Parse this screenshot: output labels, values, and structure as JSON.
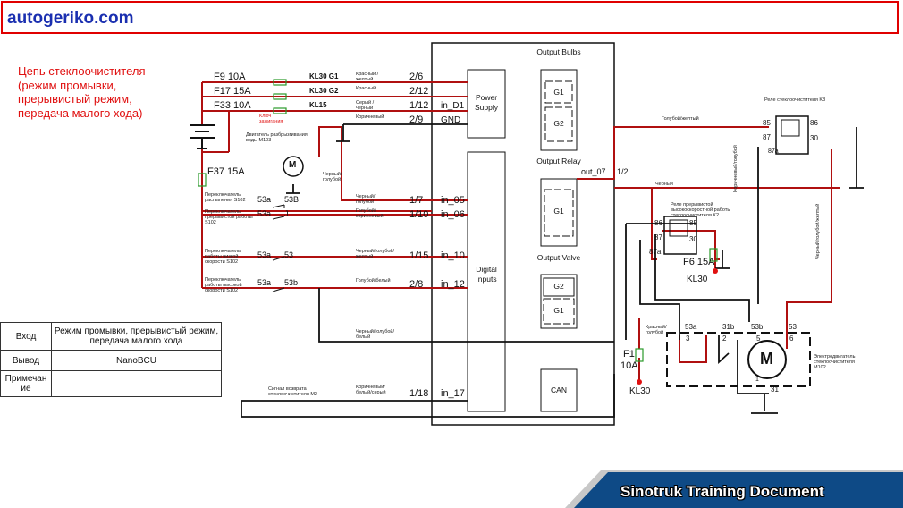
{
  "header": {
    "site": "autogeriko.com"
  },
  "title_lines": [
    "Цепь стеклоочистителя",
    "(режим промывки,",
    "прерывистый режим,",
    "передача малого хода)"
  ],
  "fuses": [
    {
      "label": "F9 10A",
      "terminal": "KL30 G1",
      "wire": "Красный / желтый",
      "pin": "2/6",
      "signal": ""
    },
    {
      "label": "F17 15A",
      "terminal": "KL30 G2",
      "wire": "Красный",
      "pin": "2/12",
      "signal": ""
    },
    {
      "label": "F33 10A",
      "terminal": "KL15",
      "wire": "Серый / черный",
      "pin": "1/12",
      "signal": "in_D1"
    },
    {
      "label": "",
      "terminal": "",
      "wire": "Коричневый",
      "pin": "2/9",
      "signal": "GND"
    }
  ],
  "ignition_key": "Ключ зажигания",
  "f37": "F37 15A",
  "washer_motor": {
    "label": "Двигатель разбрызгивания воды M103",
    "symbol": "M",
    "wire": "Черный/голубой"
  },
  "switches": [
    {
      "name": "Переключатель распыления S102",
      "from": "53a",
      "to": "53B",
      "wire": "Черный/голубой",
      "pin": "1/7",
      "signal": "in_05"
    },
    {
      "name": "Переключатель прерывистой работы S102",
      "from": "53a",
      "to": "J",
      "wire": "Голубой/коричневый",
      "pin": "1/10",
      "signal": "in_06"
    },
    {
      "name": "Переключатель работы низкой скорости S102",
      "from": "53a",
      "to": "53",
      "wire": "Черный/голубой/желтый",
      "pin": "1/15",
      "signal": "in_10"
    },
    {
      "name": "Переключатель работы высокой скорости S102",
      "from": "53a",
      "to": "53b",
      "wire": "Голубой/белый",
      "pin": "2/8",
      "signal": "in_12"
    }
  ],
  "park_signal": {
    "name": "Сигнал возврата стеклоочистителя M2",
    "wire": "Коричневый/белый/серый",
    "pin": "1/18",
    "signal": "in_17"
  },
  "bus_wire": "Черный/голубой/белый",
  "bcu": {
    "power_supply": "Power Supply",
    "digital_inputs": "Digital Inputs",
    "output_bulbs": "Output Bulbs",
    "output_relay": "Output Relay",
    "output_valve": "Output Valve",
    "can": "CAN",
    "g1": "G1",
    "g2": "G2",
    "out_signal": "out_07",
    "out_pin": "1/2"
  },
  "relay_k8": {
    "label": "Реле стеклоочистителя K8",
    "pins": [
      "85",
      "86",
      "87",
      "30",
      "87a"
    ],
    "wire_in": "Голубой/желтый",
    "wire_out": "Коричневый/голубой",
    "wire_motor": "Черный/голубой/желтый"
  },
  "relay_k2": {
    "label": "Реле прерывистой высокоскоростной работы стеклоочистителя K2",
    "pins": [
      "86",
      "85",
      "87",
      "30",
      "87a"
    ],
    "wire_black": "Черный"
  },
  "f6": {
    "label": "F6 15A",
    "terminal": "KL30"
  },
  "f1": {
    "label": "F1",
    "rating": "10A",
    "terminal": "KL30",
    "wire": "Красный/голубой"
  },
  "wiper_motor": {
    "label": "Электродвигатель стеклоочистителя M102",
    "symbol": "M",
    "terms": [
      "53a",
      "31b",
      "53b",
      "53"
    ],
    "pins": [
      "3",
      "2",
      "5",
      "6"
    ],
    "ground_pin": "1",
    "ground_term": "31"
  },
  "info_table": [
    {
      "key": "Вход",
      "value": "Режим промывки, прерывистый режим, передача малого хода"
    },
    {
      "key": "Вывод",
      "value": "NanoBCU"
    },
    {
      "key": "Примечание",
      "value": ""
    }
  ],
  "footer": {
    "banner": "Sinotruk Training Document",
    "banner_color": "#0e4a86"
  }
}
